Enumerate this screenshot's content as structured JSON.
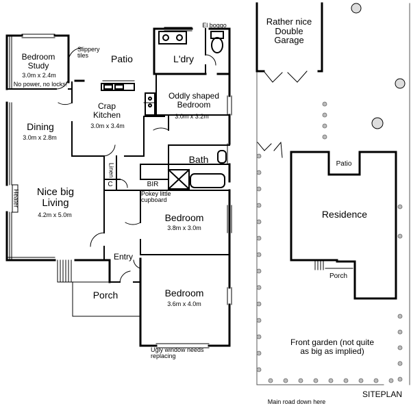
{
  "floorplan": {
    "bedroom_study": {
      "name": "Bedroom Study",
      "size": "3.0m x 2.4m",
      "note": "No power, no locks!"
    },
    "slippery_tiles": "Slippery tiles",
    "patio": "Patio",
    "laundry": "L'dry",
    "el_boggo": "El boggo",
    "oddly_bedroom": {
      "name": "Oddly shaped Bedroom",
      "size": "3.0m x 3.2m"
    },
    "kitchen": {
      "name": "Crap Kitchen",
      "size": "3.0m x 3.4m"
    },
    "dining": {
      "name": "Dining",
      "size": "3.0m x 2.8m"
    },
    "bath": "Bath",
    "linen": "Linen",
    "cupboard_c": "C",
    "bir": "BIR",
    "pokey_cupboard": "Pokey little cupboard",
    "living": {
      "name": "Nice big Living",
      "size": "4.2m x 5.0m"
    },
    "heater": "Heater",
    "bedroom_middle": {
      "name": "Bedroom",
      "size": "3.8m x 3.0m"
    },
    "entry": "Entry",
    "porch": "Porch",
    "bedroom_front": {
      "name": "Bedroom",
      "size": "3.6m x 4.0m"
    },
    "ugly_window": "Ugly window needs replacing"
  },
  "siteplan": {
    "title": "SITEPLAN",
    "garage": "Rather nice Double Garage",
    "residence": "Residence",
    "patio": "Patio",
    "porch": "Porch",
    "front_garden": "Front garden (not quite as big as implied)",
    "main_road": "Main road down here"
  }
}
